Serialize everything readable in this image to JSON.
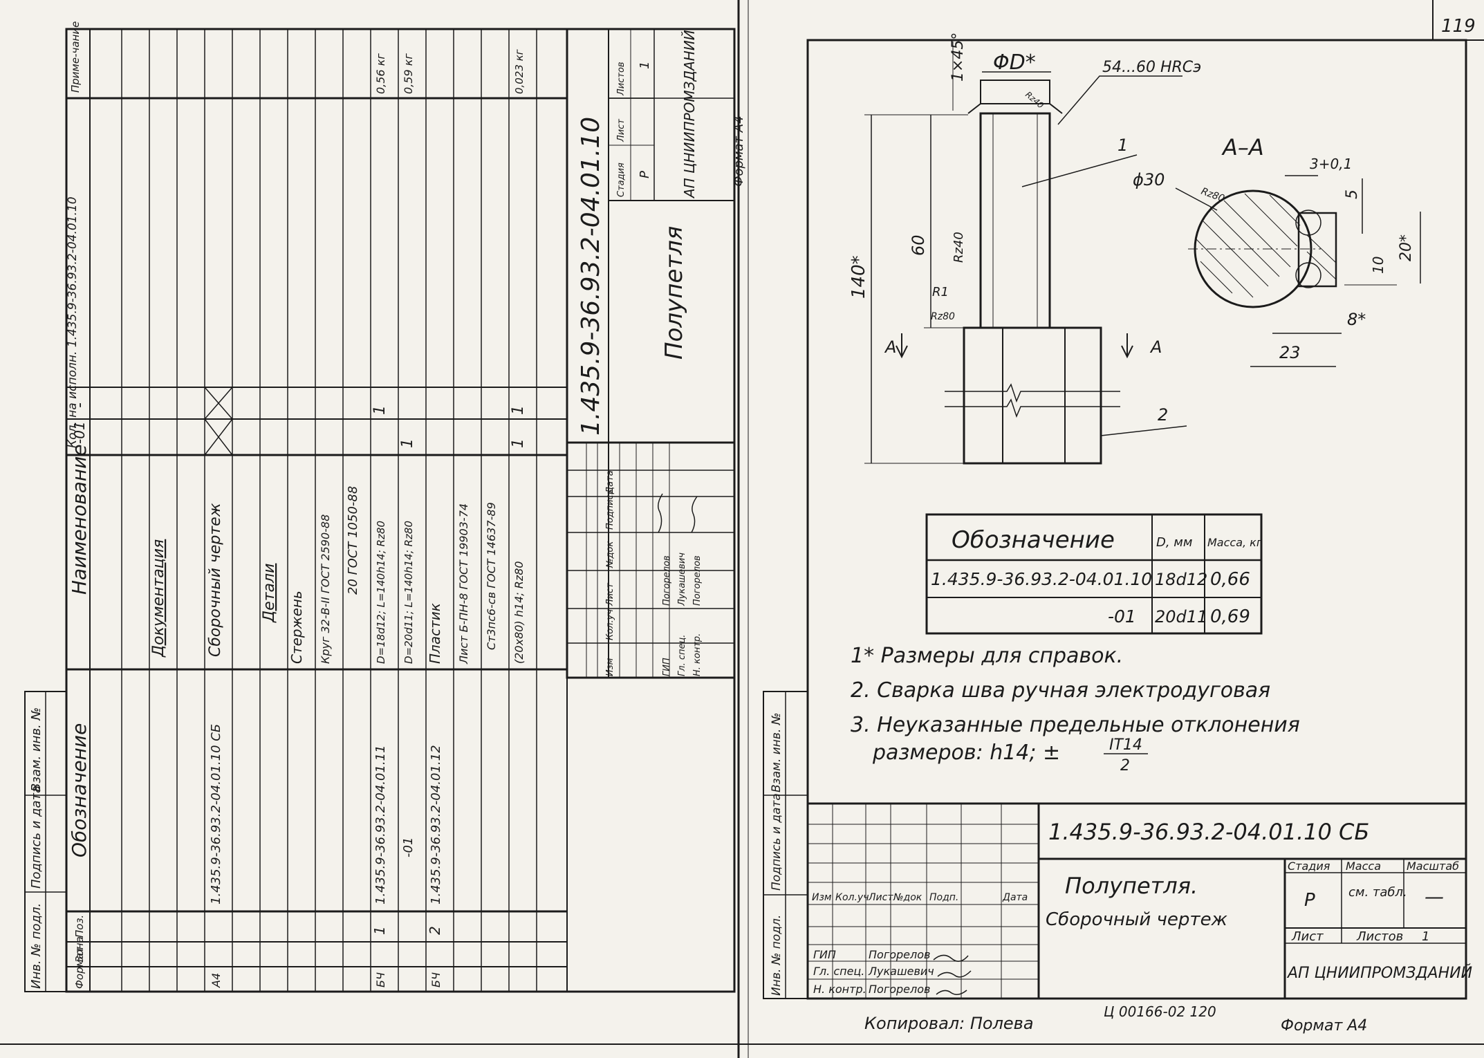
{
  "page_number": "119",
  "left_sheet": {
    "header": {
      "format": "Формат",
      "zone": "Зона",
      "pos": "Поз.",
      "designation": "Обозначение",
      "name": "Наименование",
      "qty_label": "Кол. на исполн. 1.435.9-36.93.2-04.01.10",
      "qty_col_base": "-",
      "qty_col_01": "-01",
      "note": "Приме-чание"
    },
    "rows": [
      {
        "format": "",
        "pos": "",
        "designation": "",
        "name": "Документация",
        "q": "",
        "q01": "",
        "note": ""
      },
      {
        "format": "А4",
        "pos": "",
        "designation": "1.435.9-36.93.2-04.01.10 СБ",
        "name": "Сборочный чертеж",
        "q": "",
        "q01": "",
        "note": ""
      },
      {
        "format": "",
        "pos": "",
        "designation": "",
        "name": "Детали",
        "q": "",
        "q01": "",
        "note": ""
      },
      {
        "format": "",
        "pos": "",
        "designation": "",
        "name": "Стержень",
        "q": "",
        "q01": "",
        "note": ""
      },
      {
        "format": "",
        "pos": "",
        "designation": "",
        "name": "Круг 32-В-II ГОСТ 2590-88",
        "q": "",
        "q01": "",
        "note": ""
      },
      {
        "format": "",
        "pos": "",
        "designation": "",
        "name": "20 ГОСТ 1050-88",
        "q": "",
        "q01": "",
        "note": ""
      },
      {
        "format": "БЧ",
        "pos": "1",
        "designation": "1.435.9-36.93.2-04.01.11",
        "name": "D=18d12; L=140h14; Rz80",
        "q": "1",
        "q01": "",
        "note": "0,56 кг"
      },
      {
        "format": "",
        "pos": "",
        "designation": "-01",
        "name": "D=20d11; L=140h14; Rz80",
        "q": "",
        "q01": "1",
        "note": "0,59 кг"
      },
      {
        "format": "БЧ",
        "pos": "2",
        "designation": "1.435.9-36.93.2-04.01.12",
        "name": "Пластик",
        "q": "",
        "q01": "",
        "note": ""
      },
      {
        "format": "",
        "pos": "",
        "designation": "",
        "name": "Лист Б-ПН-8 ГОСТ 19903-74",
        "q": "",
        "q01": "",
        "note": ""
      },
      {
        "format": "",
        "pos": "",
        "designation": "",
        "name": "Ст3пс6-св ГОСТ 14637-89",
        "q": "",
        "q01": "",
        "note": ""
      },
      {
        "format": "",
        "pos": "",
        "designation": "",
        "name": "(20х80) h14; Rz80",
        "q": "1",
        "q01": "1",
        "note": "0,023 кг"
      }
    ],
    "title_block": {
      "code": "1.435.9-36.93.2-04.01.10",
      "title": "Полупетля",
      "stage_label": "Стадия",
      "stage": "Р",
      "sheet_label": "Лист",
      "sheets_label": "Листов",
      "sheets": "1",
      "org": "АП ЦНИИПРОМЗДАНИЙ",
      "revision_head": [
        "Изм",
        "Кол.уч",
        "Лист",
        "№док",
        "Подпись",
        "Дата"
      ],
      "staff": [
        {
          "role": "ГИП",
          "name": "Погорелов"
        },
        {
          "role": "Гл. спец.",
          "name": "Лукашевич"
        },
        {
          "role": "Н. контр.",
          "name": "Погорелов"
        }
      ]
    },
    "footer": "Формат А4",
    "side_stamp": [
      "Инв. № подл.",
      "Подпись и дата",
      "Взам. инв. №"
    ]
  },
  "right_sheet": {
    "drawing": {
      "hardness": "54...60 HRCэ",
      "chamfer": "1×45°",
      "diam_d": "ΦD*",
      "rz40_top": "Rz40",
      "dim_140": "140*",
      "dim_60": "60",
      "rz40": "Rz40",
      "r1": "R1",
      "rz80": "Rz80",
      "label_a": "A",
      "label_1": "1",
      "label_2": "2",
      "section_title": "A–A",
      "phi30": "ϕ30",
      "rz80_section": "Rz80",
      "dim_3": "3+0,1",
      "dim_5": "5",
      "dim_20": "20*",
      "dim_10": "10",
      "dim_8": "8*",
      "dim_23": "23"
    },
    "table": {
      "headers": [
        "Обозначение",
        "D, мм",
        "Масса, кг"
      ],
      "rows": [
        [
          "1.435.9-36.93.2-04.01.10",
          "18d12",
          "0,66"
        ],
        [
          "-01",
          "20d11",
          "0,69"
        ]
      ]
    },
    "notes": [
      "1* Размеры для справок.",
      "2. Сварка шва ручная электродуговая",
      "3. Неуказанные      предельные     отклонения",
      "размеров: h14; ±"
    ],
    "notes_it": "IT14",
    "notes_den": "2",
    "title_block": {
      "code": "1.435.9-36.93.2-04.01.10 СБ",
      "title": "Полупетля.",
      "subtitle": "Сборочный чертеж",
      "stage_label": "Стадия",
      "stage": "Р",
      "mass_label": "Масса",
      "mass": "см. табл.",
      "scale_label": "Масштаб",
      "scale": "—",
      "sheet_label": "Лист",
      "sheets_label": "Листов",
      "sheets": "1",
      "org": "АП ЦНИИПРОМЗДАНИЙ",
      "revision_head": [
        "Изм",
        "Кол.уч",
        "Лист",
        "№док",
        "Подп.",
        "Дата"
      ],
      "staff": [
        {
          "role": "ГИП",
          "name": "Погорелов"
        },
        {
          "role": "Гл. спец.",
          "name": "Лукашевич"
        },
        {
          "role": "Н. контр.",
          "name": "Погорелов"
        }
      ]
    },
    "copied": "Копировал: Полева",
    "archive": "Ц 00166-02   120",
    "footer": "Формат А4",
    "side_stamp": [
      "Инв. № подл.",
      "Подпись и дата",
      "Взам. инв. №"
    ]
  }
}
